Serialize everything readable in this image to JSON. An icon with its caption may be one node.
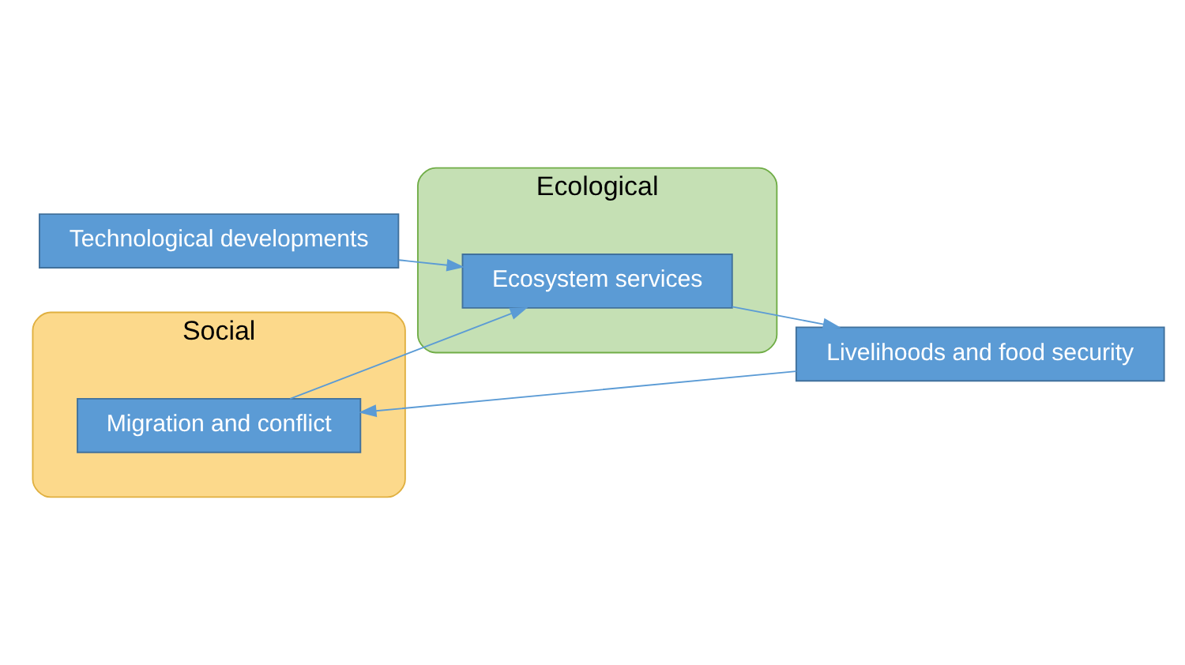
{
  "diagram": {
    "nodes": [
      {
        "text": [
          "Social"
        ]
      },
      {
        "text": [
          "Ecological"
        ]
      },
      {
        "text": [
          "Technological developments"
        ]
      },
      {
        "text": [
          "Migration and conflict"
        ],
        "in": 0
      },
      {
        "text": [
          "Ecosystem services"
        ],
        "in": 1
      },
      {
        "text": [
          "Livelihoods and food security"
        ]
      }
    ],
    "edges": [
      {
        "from": 2,
        "to": 4,
        "arrow": "to"
      },
      {
        "from": 3,
        "to": 4,
        "arrow": "to"
      },
      {
        "from": 4,
        "to": 5,
        "arrow": "to"
      },
      {
        "from": 5,
        "to": 3,
        "arrow": "to"
      }
    ]
  }
}
